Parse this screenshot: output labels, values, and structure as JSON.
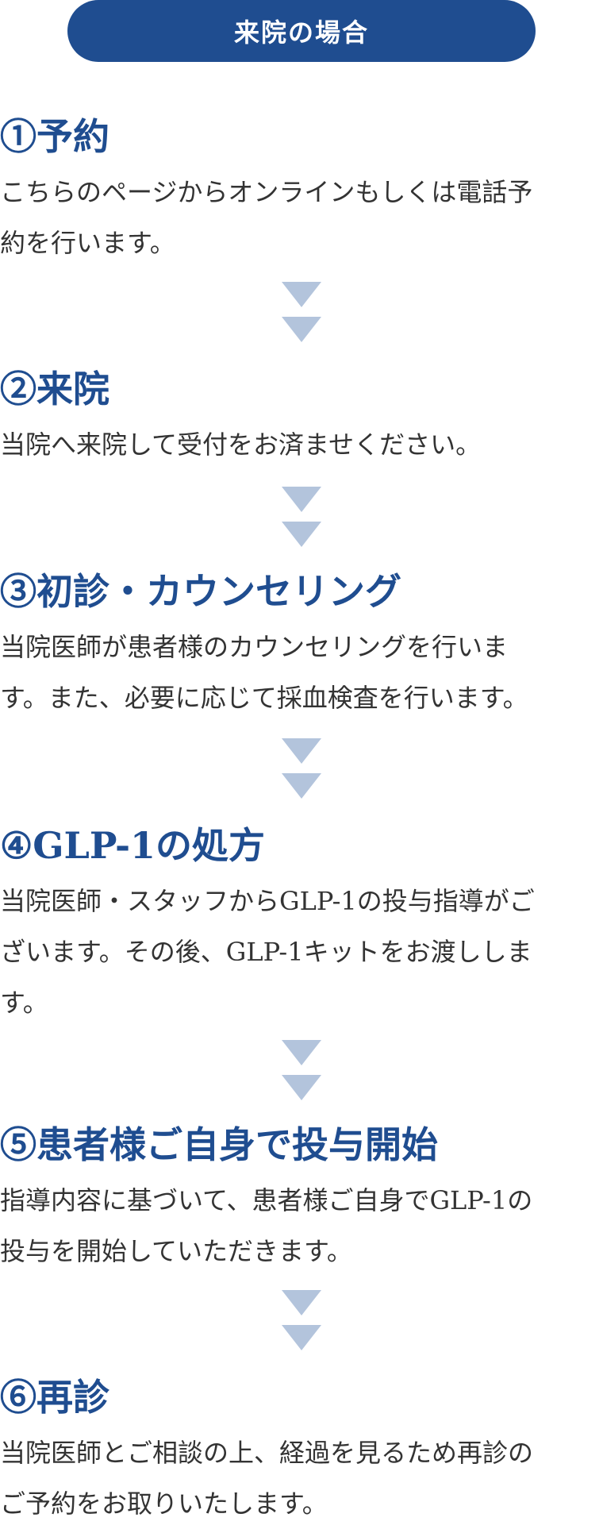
{
  "header": {
    "label": "来院の場合",
    "color": "#1f4d90"
  },
  "colors": {
    "accent": "#1f4d90",
    "arrow": "#b3c4dc",
    "body_text": "#333333"
  },
  "steps": [
    {
      "title": "①予約",
      "lines": [
        "こちらのページからオンラインもしくは電話予",
        "約を行います。"
      ]
    },
    {
      "title": "②来院",
      "lines": [
        "当院へ来院して受付をお済ませください。"
      ]
    },
    {
      "title": "③初診・カウンセリング",
      "lines": [
        "当院医師が患者様のカウンセリングを行いま",
        "す。また、必要に応じて採血検査を行います。"
      ]
    },
    {
      "title": "④GLP-1の処方",
      "lines": [
        "当院医師・スタッフからGLP-1の投与指導がご",
        "ざいます。その後、GLP-1キットをお渡ししま",
        "す。"
      ]
    },
    {
      "title": "⑤患者様ご自身で投与開始",
      "lines": [
        "指導内容に基づいて、患者様ご自身でGLP-1の",
        "投与を開始していただきます。"
      ]
    },
    {
      "title": "⑥再診",
      "lines": [
        "当院医師とご相談の上、経過を見るため再診の",
        "ご予約をお取りいたします。"
      ]
    }
  ]
}
